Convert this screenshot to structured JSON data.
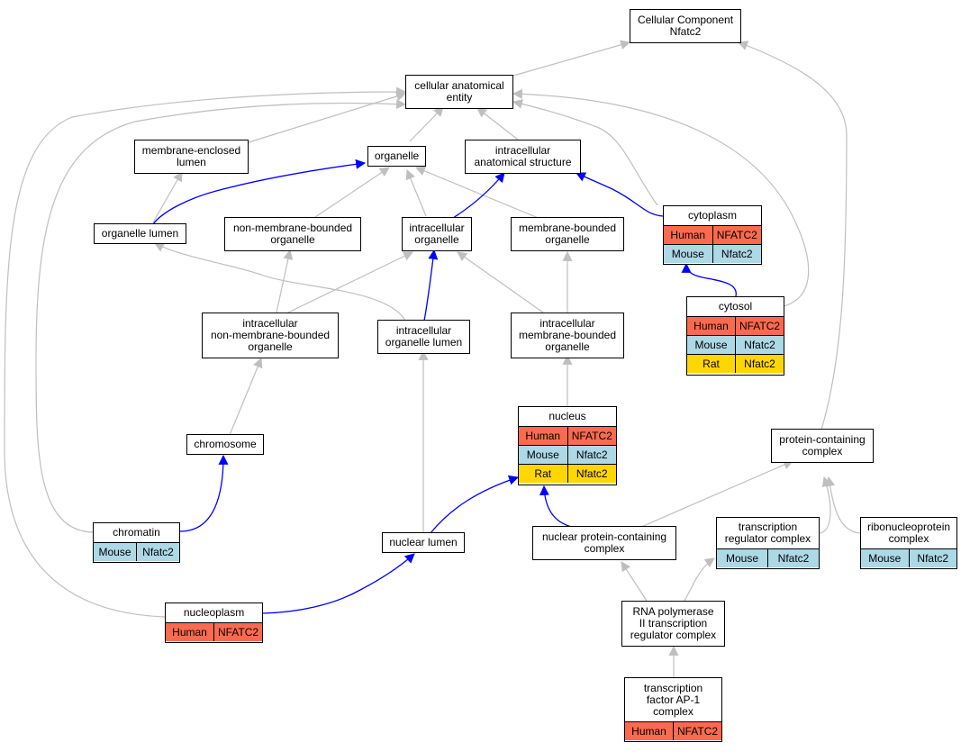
{
  "colors": {
    "edge_default": "#bfbfbf",
    "edge_highlight": "#0000ff",
    "human": "#fa6a4f",
    "mouse": "#add8e6",
    "rat": "#ffd700"
  },
  "nodes": {
    "root": {
      "label": "Cellular Component\nNfatc2"
    },
    "cae": {
      "label": "cellular anatomical\nentity"
    },
    "mel": {
      "label": "membrane-enclosed\nlumen"
    },
    "organelle": {
      "label": "organelle"
    },
    "ias": {
      "label": "intracellular\nanatomical structure"
    },
    "olumen": {
      "label": "organelle lumen"
    },
    "nmbo": {
      "label": "non-membrane-bounded\norganelle"
    },
    "io": {
      "label": "intracellular\norganelle"
    },
    "mbo": {
      "label": "membrane-bounded\norganelle"
    },
    "cytoplasm": {
      "label": "cytoplasm",
      "rows": [
        [
          "Human",
          "NFATC2"
        ],
        [
          "Mouse",
          "Nfatc2"
        ]
      ]
    },
    "inmbo": {
      "label": "intracellular\nnon-membrane-bounded\norganelle"
    },
    "iol": {
      "label": "intracellular\norganelle lumen"
    },
    "imbo": {
      "label": "intracellular\nmembrane-bounded\norganelle"
    },
    "cytosol": {
      "label": "cytosol",
      "rows": [
        [
          "Human",
          "NFATC2"
        ],
        [
          "Mouse",
          "Nfatc2"
        ],
        [
          "Rat",
          "Nfatc2"
        ]
      ]
    },
    "nucleus": {
      "label": "nucleus",
      "rows": [
        [
          "Human",
          "NFATC2"
        ],
        [
          "Mouse",
          "Nfatc2"
        ],
        [
          "Rat",
          "Nfatc2"
        ]
      ]
    },
    "chromosome": {
      "label": "chromosome"
    },
    "pcc": {
      "label": "protein-containing\ncomplex"
    },
    "chromatin": {
      "label": "chromatin",
      "rows": [
        [
          "Mouse",
          "Nfatc2"
        ]
      ]
    },
    "nlumen": {
      "label": "nuclear lumen"
    },
    "npcc": {
      "label": "nuclear protein-containing\ncomplex"
    },
    "trc": {
      "label": "transcription\nregulator complex",
      "rows": [
        [
          "Mouse",
          "Nfatc2"
        ]
      ]
    },
    "rnpc": {
      "label": "ribonucleoprotein\ncomplex",
      "rows": [
        [
          "Mouse",
          "Nfatc2"
        ]
      ]
    },
    "nucleoplasm": {
      "label": "nucleoplasm",
      "rows": [
        [
          "Human",
          "NFATC2"
        ]
      ]
    },
    "rnap": {
      "label": "RNA polymerase\nII transcription\nregulator complex"
    },
    "ap1": {
      "label": "transcription\nfactor AP-1\ncomplex",
      "rows": [
        [
          "Human",
          "NFATC2"
        ]
      ]
    }
  }
}
